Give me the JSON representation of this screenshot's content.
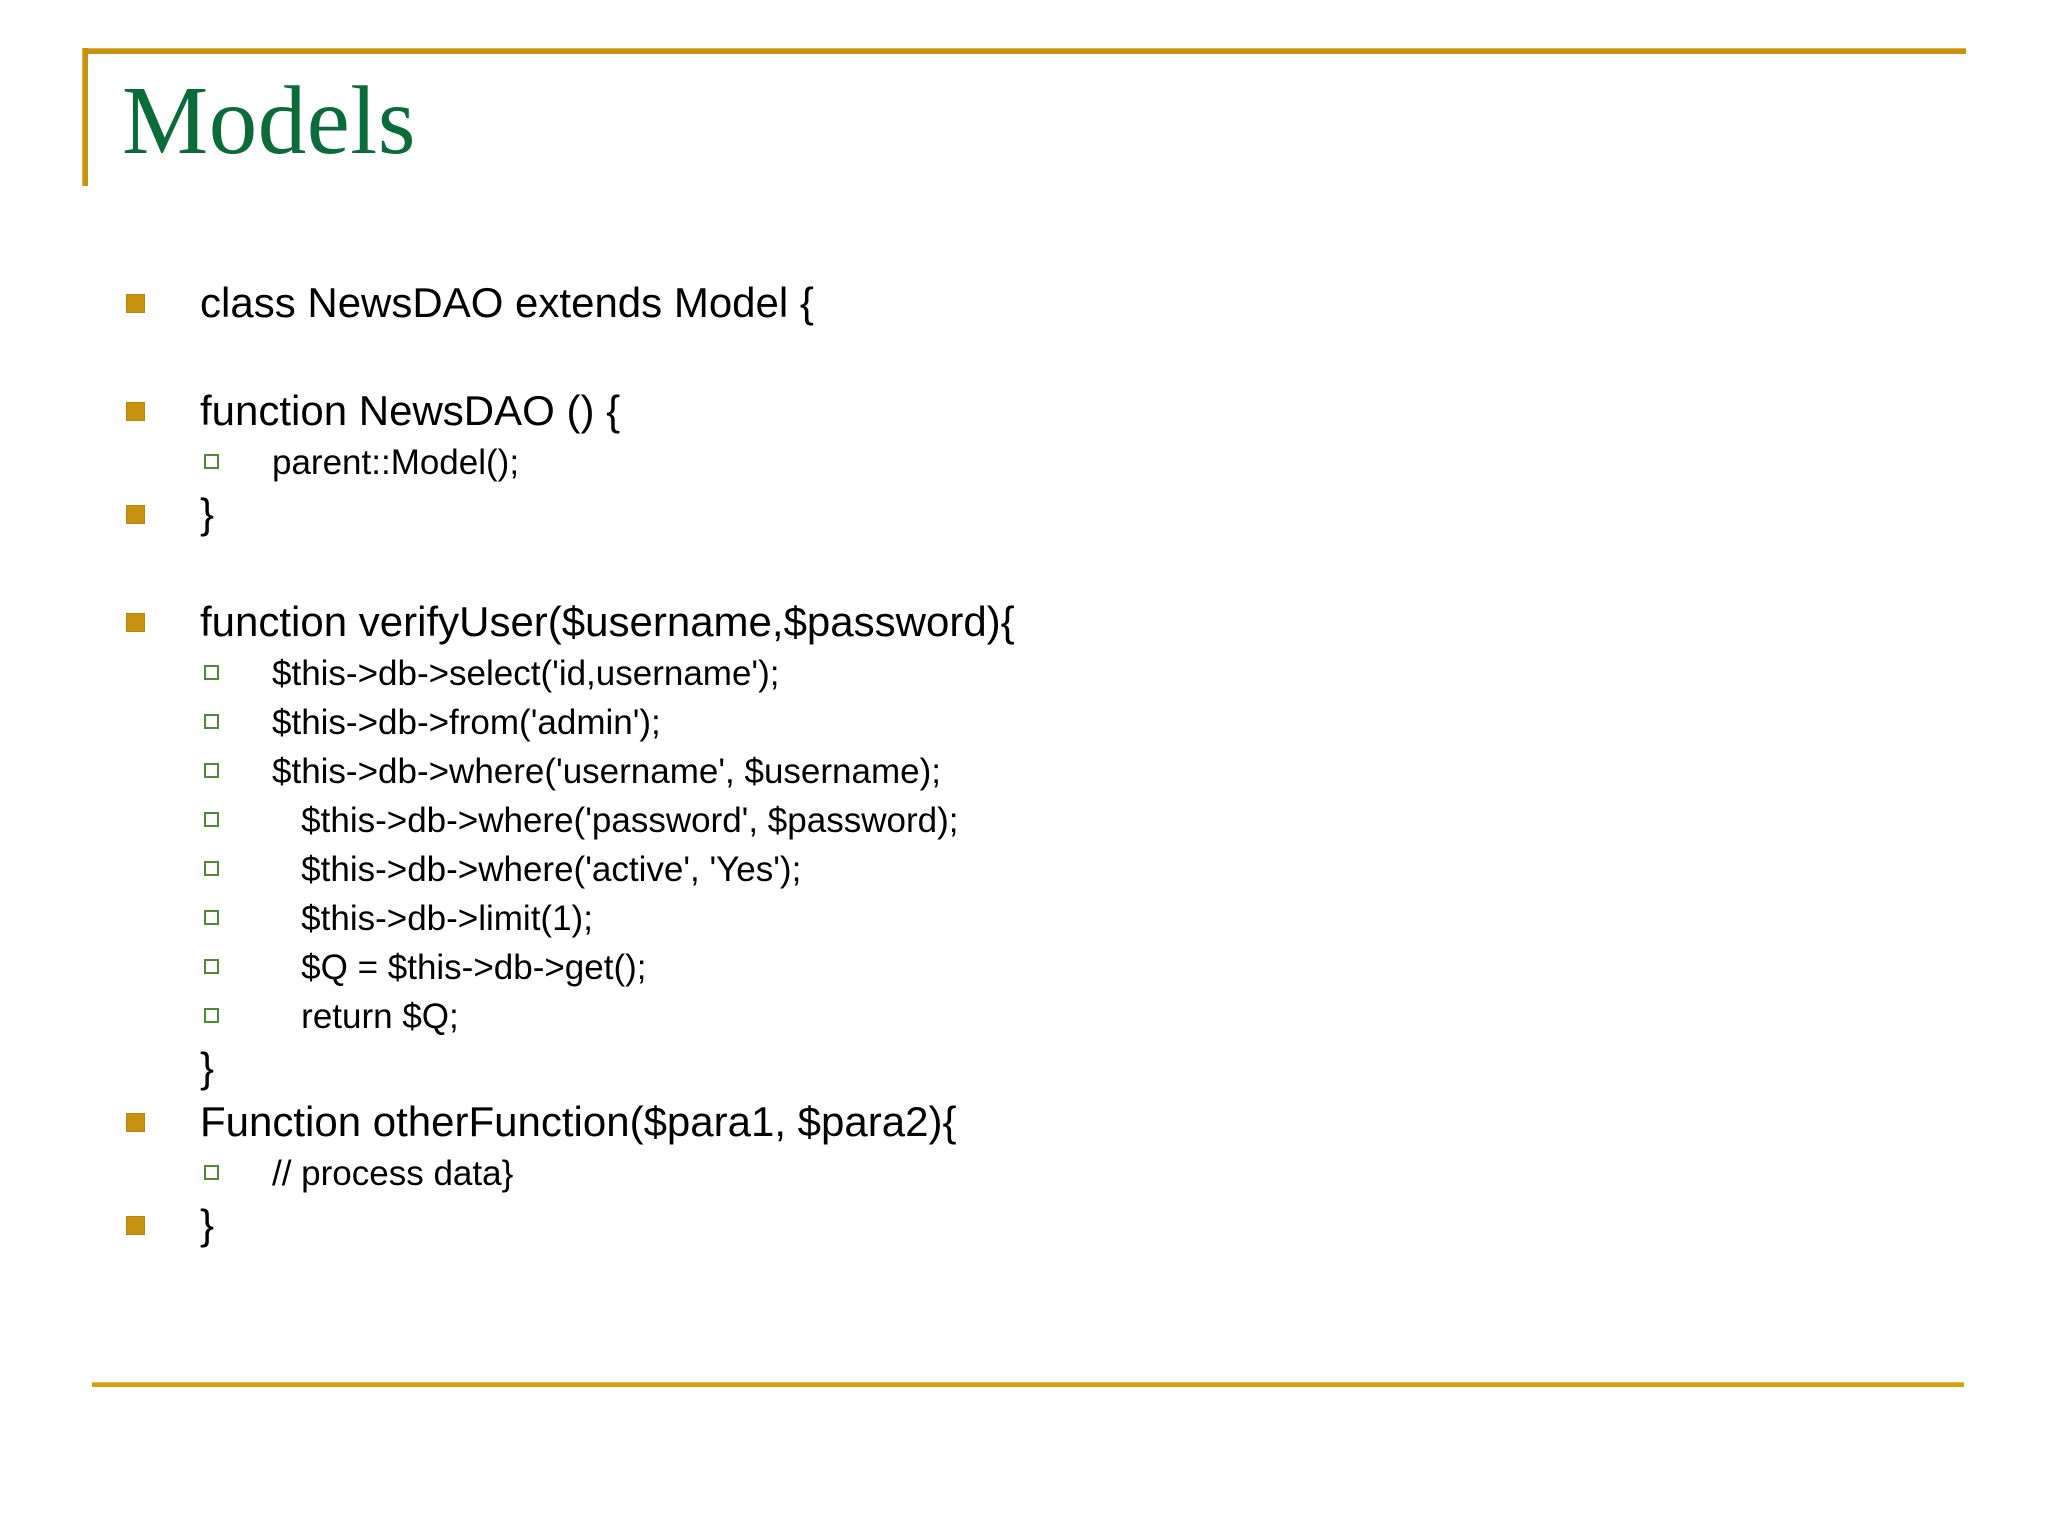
{
  "slide": {
    "title": "Models",
    "theme": {
      "accent_gold": "#C89211",
      "title_green": "#0B6B3A",
      "sub_bullet_green": "#4F8A36",
      "text_black": "#000000",
      "background": "#FFFFFF"
    },
    "bullet_icons": {
      "level1": "filled-square-bullet",
      "level2": "hollow-square-bullet"
    },
    "content": [
      {
        "level": 1,
        "bullet": true,
        "text": "class NewsDAO extends Model {"
      },
      {
        "level": 0,
        "bullet": false,
        "text": ""
      },
      {
        "level": 1,
        "bullet": true,
        "text": "function NewsDAO () {"
      },
      {
        "level": 2,
        "bullet": true,
        "text": "parent::Model();"
      },
      {
        "level": 1,
        "bullet": true,
        "text": "}"
      },
      {
        "level": 0,
        "bullet": false,
        "text": ""
      },
      {
        "level": 1,
        "bullet": true,
        "text": "function verifyUser($username,$password){"
      },
      {
        "level": 2,
        "bullet": true,
        "text": "$this->db->select('id,username');"
      },
      {
        "level": 2,
        "bullet": true,
        "text": "$this->db->from('admin');"
      },
      {
        "level": 2,
        "bullet": true,
        "text": "$this->db->where('username', $username);"
      },
      {
        "level": 2,
        "bullet": true,
        "text": "   $this->db->where('password', $password);"
      },
      {
        "level": 2,
        "bullet": true,
        "text": "   $this->db->where('active', 'Yes');"
      },
      {
        "level": 2,
        "bullet": true,
        "text": "   $this->db->limit(1);"
      },
      {
        "level": 2,
        "bullet": true,
        "text": "   $Q = $this->db->get();"
      },
      {
        "level": 2,
        "bullet": true,
        "text": "   return $Q;"
      },
      {
        "level": 1,
        "bullet": false,
        "text": "}"
      },
      {
        "level": 1,
        "bullet": true,
        "text": "Function otherFunction($para1, $para2){"
      },
      {
        "level": 2,
        "bullet": true,
        "text": "// process data}"
      },
      {
        "level": 1,
        "bullet": true,
        "text": "}"
      }
    ]
  }
}
